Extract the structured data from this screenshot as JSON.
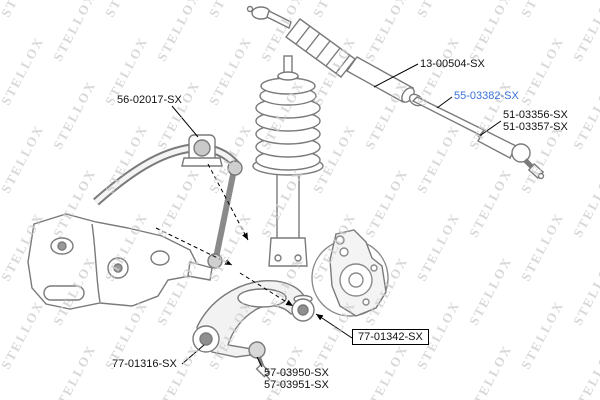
{
  "watermark": {
    "text": "STELLOX",
    "color": "#cfcfcf"
  },
  "colors": {
    "highlight_link": "#3b72d9",
    "label_text": "#111111",
    "line_art": "#7a7a7a"
  },
  "parts": {
    "steering_rack_boot": {
      "label": "13-00504-SX"
    },
    "inner_tie_rod": {
      "label": "55-03382-SX",
      "highlighted": true
    },
    "tie_rod_end_a": {
      "label": "51-03356-SX"
    },
    "tie_rod_end_b": {
      "label": "51-03357-SX"
    },
    "stabilizer_bushing": {
      "label": "56-02017-SX"
    },
    "control_arm_rear_bushing": {
      "label": "77-01342-SX",
      "boxed": true
    },
    "control_arm_front_bushing": {
      "label": "77-01316-SX"
    },
    "ball_joint_a": {
      "label": "57-03950-SX"
    },
    "ball_joint_b": {
      "label": "57-03951-SX"
    }
  }
}
